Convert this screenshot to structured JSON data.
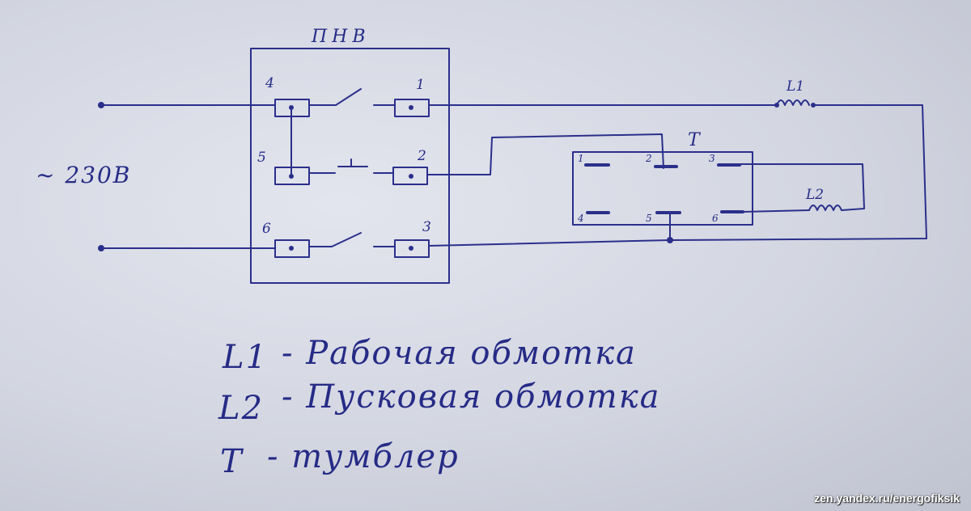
{
  "switch_box": {
    "title": "ПНВ",
    "terminals": [
      "4",
      "1",
      "5",
      "2",
      "6",
      "3"
    ]
  },
  "toggle": {
    "title": "T",
    "terminals": [
      "1",
      "2",
      "3",
      "4",
      "5",
      "6"
    ]
  },
  "source_label": "~ 230В",
  "windings": {
    "l1": "L1",
    "l2": "L2"
  },
  "legend": [
    {
      "symbol": "L1",
      "text": "- Рабочая обмотка"
    },
    {
      "symbol": "L2",
      "text": "- Пусковая обмотка"
    },
    {
      "symbol": "T",
      "text": "- тумблер"
    }
  ],
  "watermark": "zen.yandex.ru/energofiksik",
  "colors": {
    "ink": "#2b2f8a",
    "paper": "#d8dbe5"
  }
}
